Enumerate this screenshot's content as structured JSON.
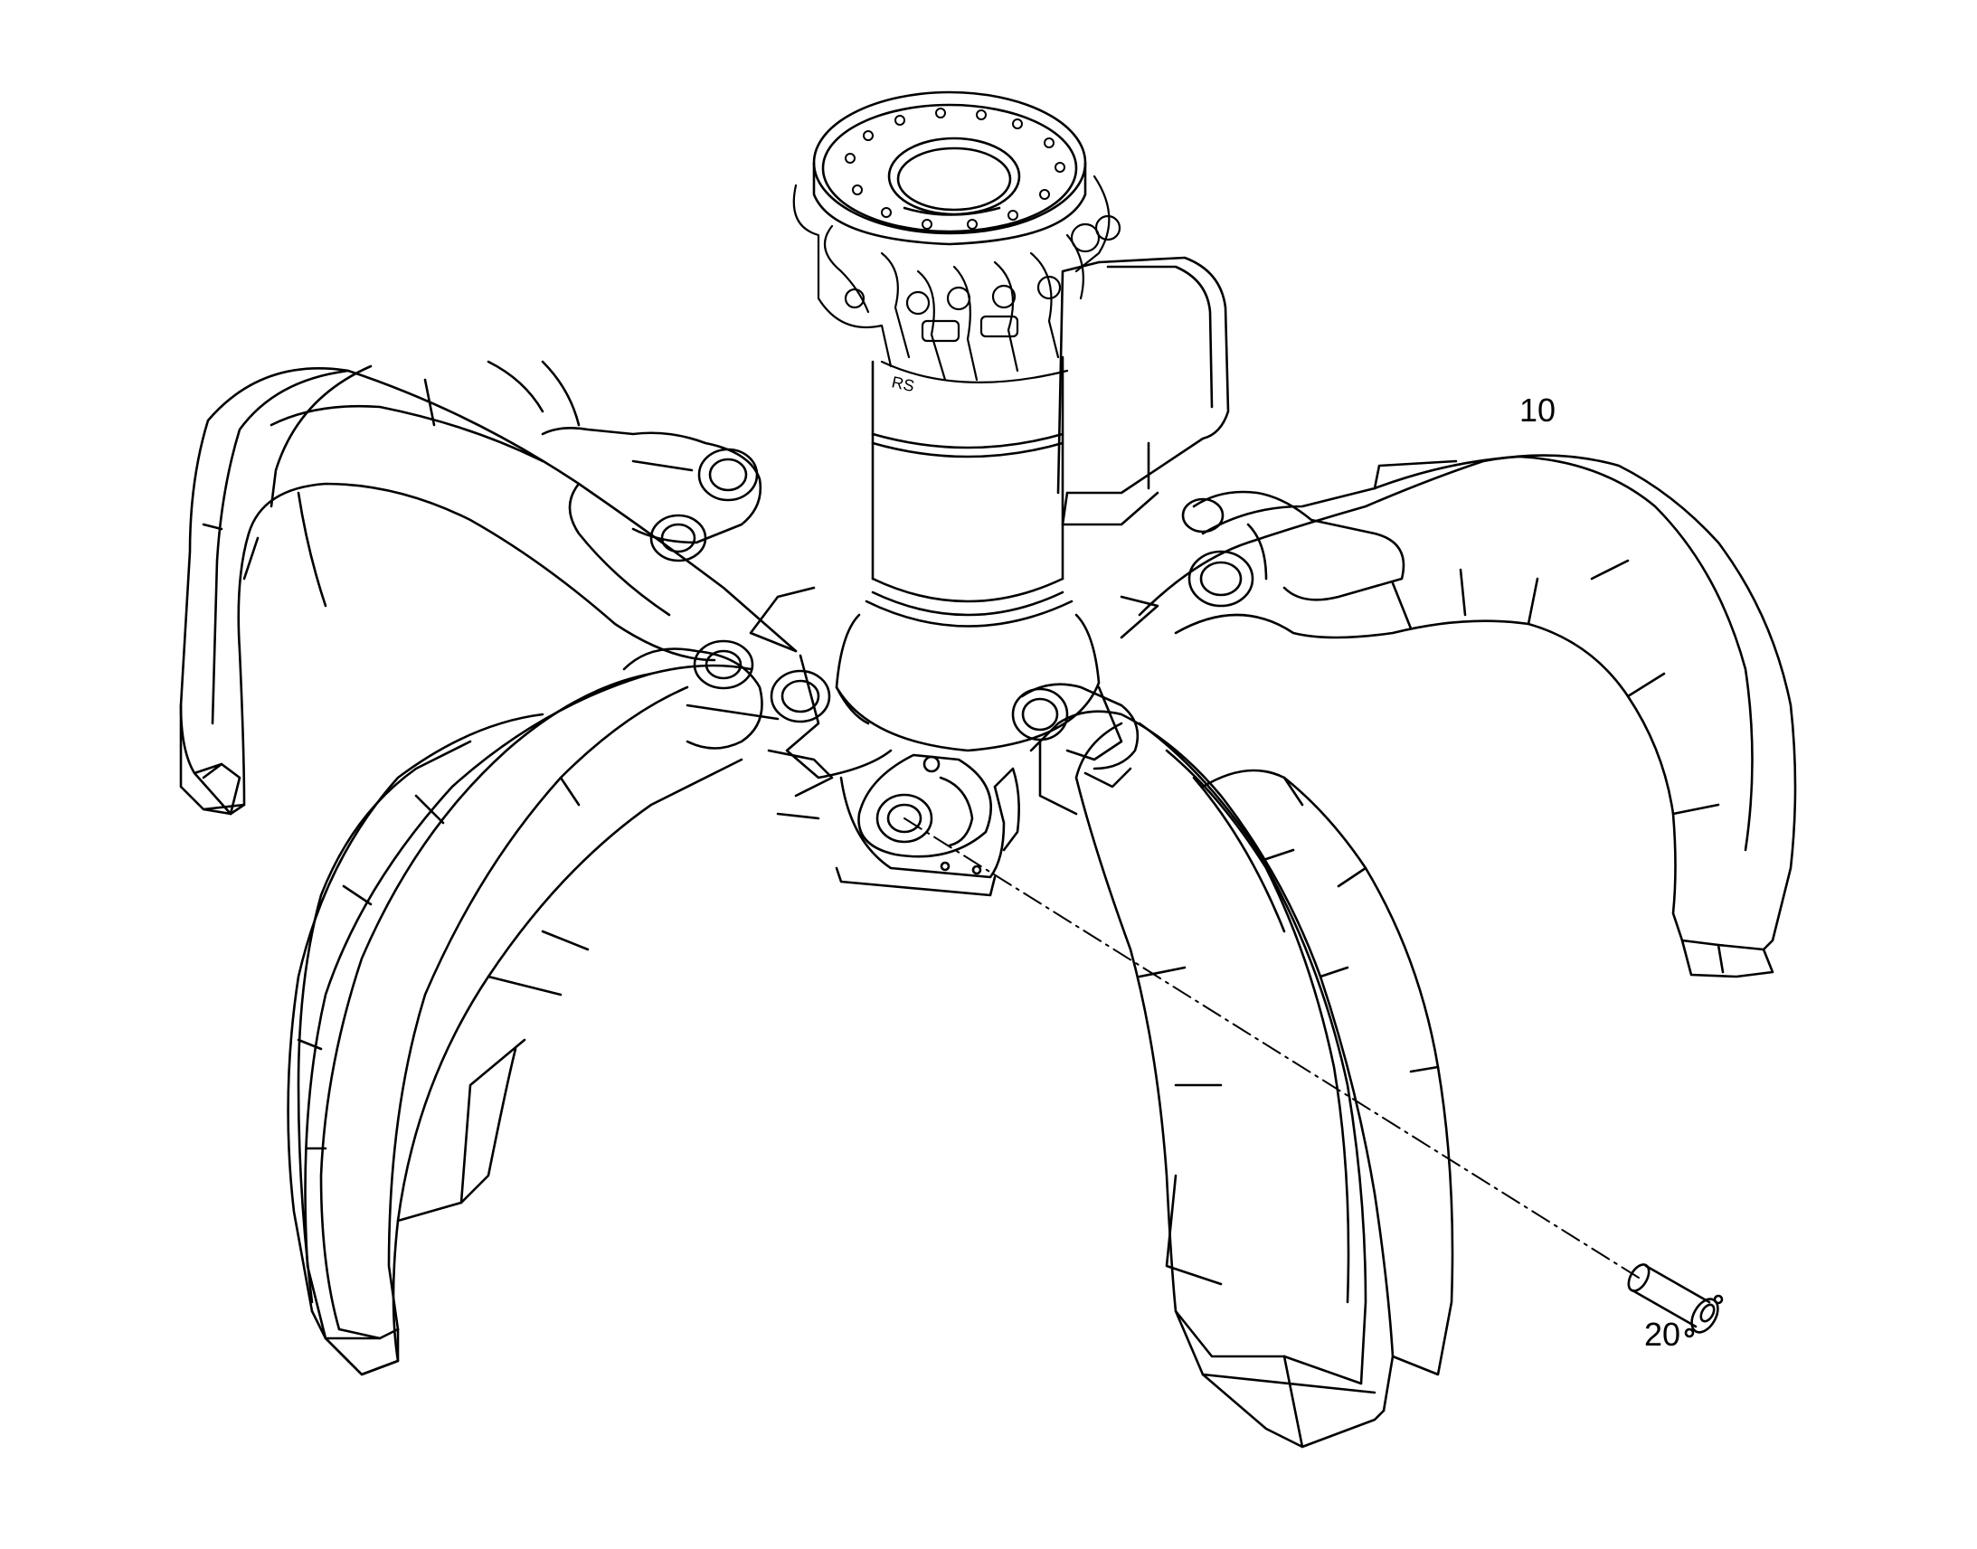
{
  "diagram": {
    "callouts": [
      {
        "id": "10",
        "label": "10"
      },
      {
        "id": "20",
        "label": "20"
      }
    ],
    "colors": {
      "line": "#000000",
      "background": "#ffffff"
    }
  }
}
